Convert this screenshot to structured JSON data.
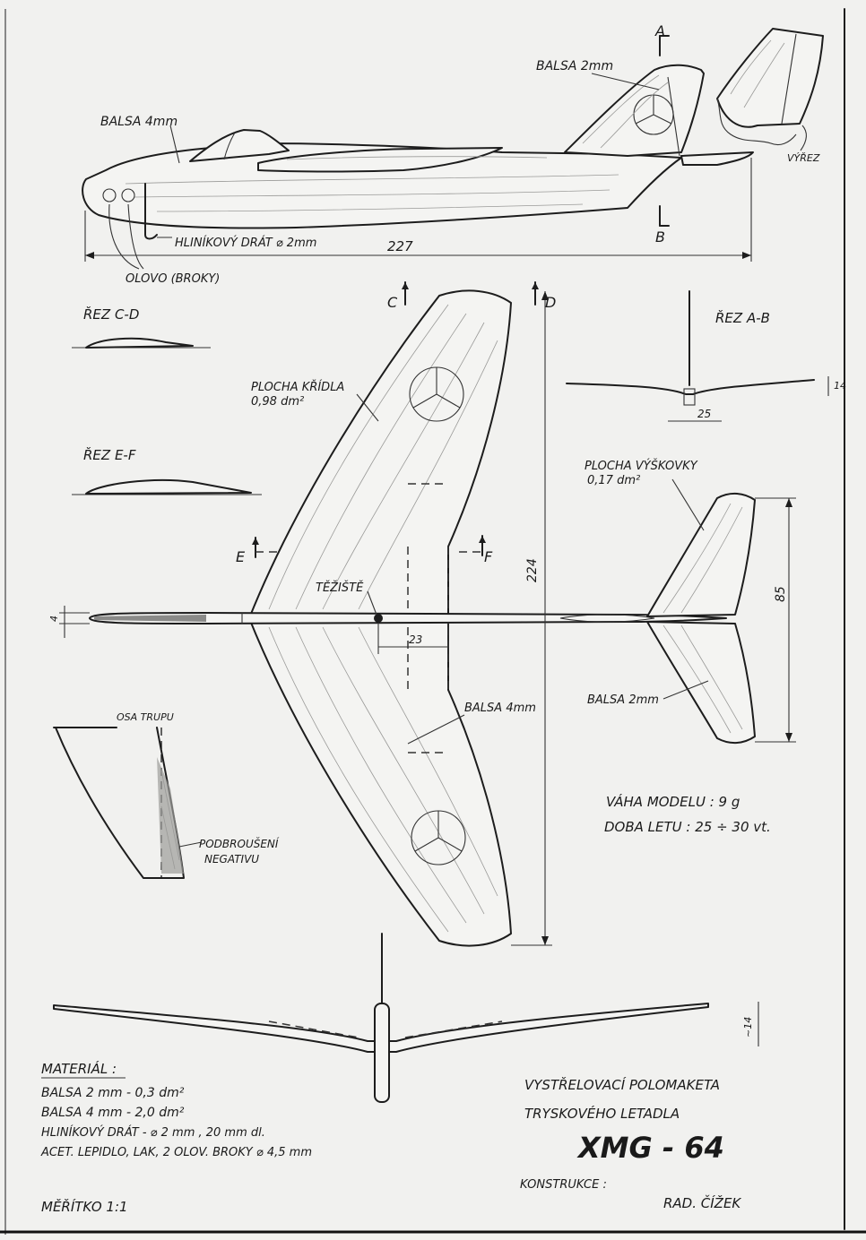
{
  "side_view": {
    "balsa_top": "BALSA 2mm",
    "balsa_fuselage": "BALSA 4mm",
    "wire": "HLINÍKOVÝ DRÁT ⌀ 2mm",
    "length": "227",
    "lead": "OLOVO (BROKY)",
    "cutout": "VÝŘEZ",
    "marker_a": "A",
    "marker_b": "B"
  },
  "sections": {
    "cd_title": "ŘEZ C-D",
    "ef_title": "ŘEZ E-F",
    "ab_title": "ŘEZ A-B",
    "ab_dim_h": "14",
    "ab_dim_w": "25"
  },
  "plan_view": {
    "marker_c": "C",
    "marker_d": "D",
    "marker_e": "E",
    "marker_f": "F",
    "wing_area_label": "PLOCHA KŘÍDLA",
    "wing_area_value": "0,98 dm²",
    "stab_area_label": "PLOCHA VÝŠKOVKY",
    "stab_area_value": "0,17 dm²",
    "span": "224",
    "cg": "TĚŽIŠTĚ",
    "cg_dim": "23",
    "fuselage_dim": "4",
    "stab_span": "85",
    "balsa_wing": "BALSA 4mm",
    "balsa_stab": "BALSA 2mm"
  },
  "detail": {
    "axis": "OSA TRUPU",
    "sanding_1": "PODBROUŠENÍ",
    "sanding_2": "NEGATIVU"
  },
  "specs": {
    "weight": "VÁHA MODELU : 9 g",
    "flight": "DOBA LETU : 25 ÷ 30 vt."
  },
  "front_view": {
    "dihedral": "~14"
  },
  "materials": {
    "title": "MATERIÁL :",
    "line1": "BALSA  2 mm   - 0,3 dm²",
    "line2": "BALSA  4 mm   - 2,0 dm²",
    "line3": "HLINÍKOVÝ DRÁT - ⌀ 2 mm , 20 mm dl.",
    "line4": "ACET. LEPIDLO, LAK, 2 OLOV. BROKY ⌀ 4,5 mm"
  },
  "title_block": {
    "line1": "VYSTŘELOVACÍ  POLOMAKETA",
    "line2": "TRYSKOVÉHO  LETADLA",
    "model": "XMG - 64",
    "design_label": "KONSTRUKCE :",
    "designer": "RAD. ČÍŽEK"
  },
  "scale": "MĚŘÍTKO  1:1"
}
